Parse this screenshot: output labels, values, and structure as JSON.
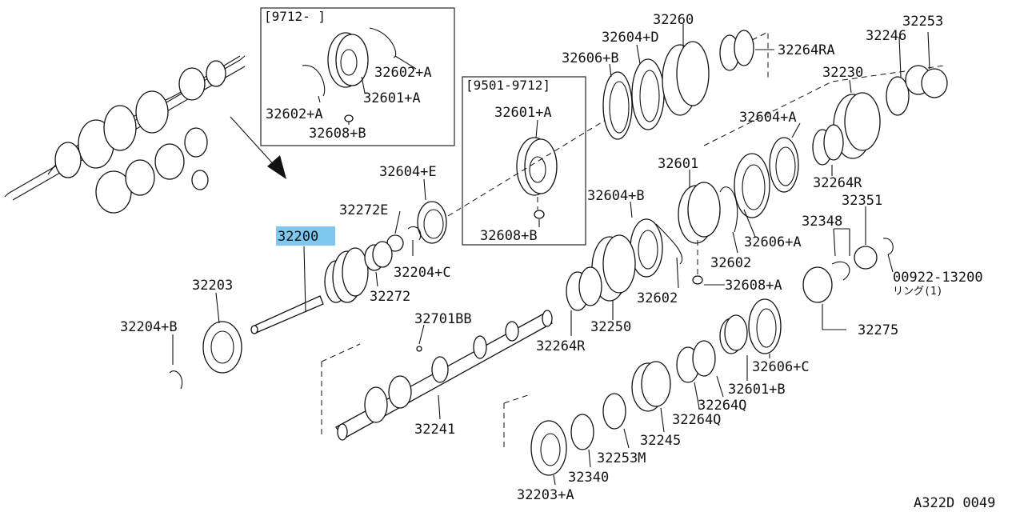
{
  "diagram": {
    "inset_boxes": [
      {
        "id": "inset-9712",
        "title": "[9712-      ]"
      },
      {
        "id": "inset-9501",
        "title": "[9501-9712]"
      }
    ],
    "labels": {
      "l32260": "32260",
      "l32604D": "32604+D",
      "l32606B": "32606+B",
      "l32264RA": "32264RA",
      "l32246": "32246",
      "l32253": "32253",
      "l32230": "32230",
      "l32602A_top": "32602+A",
      "l32601A_top": "32601+A",
      "l32602A_left": "32602+A",
      "l32608B_top": "32608+B",
      "l32601A_mid": "32601+A",
      "l32608B_mid": "32608+B",
      "l32604A": "32604+A",
      "l32264R_top": "32264R",
      "l32601": "32601",
      "l32604E": "32604+E",
      "l32272E": "32272E",
      "l32200": "32200",
      "l32604B": "32604+B",
      "l32351": "32351",
      "l32348": "32348",
      "l32606A": "32606+A",
      "l32204C": "32204+C",
      "l32602": "32602",
      "l32608A": "32608+A",
      "l00922": "00922-13200",
      "l_ring": "リング(1)",
      "l32203": "32203",
      "l32272": "32272",
      "l32602_b": "32602",
      "l32701BB": "32701BB",
      "l32275": "32275",
      "l32204B": "32204+B",
      "l32250": "32250",
      "l32264R_bot": "32264R",
      "l32606C": "32606+C",
      "l32601B": "32601+B",
      "l32264Q_a": "32264Q",
      "l32264Q_b": "32264Q",
      "l32241": "32241",
      "l32245": "32245",
      "l32253M": "32253M",
      "l32340": "32340",
      "l32203A": "32203+A",
      "code": "A322D 0049"
    },
    "highlight_color": "#7ec8f0"
  }
}
